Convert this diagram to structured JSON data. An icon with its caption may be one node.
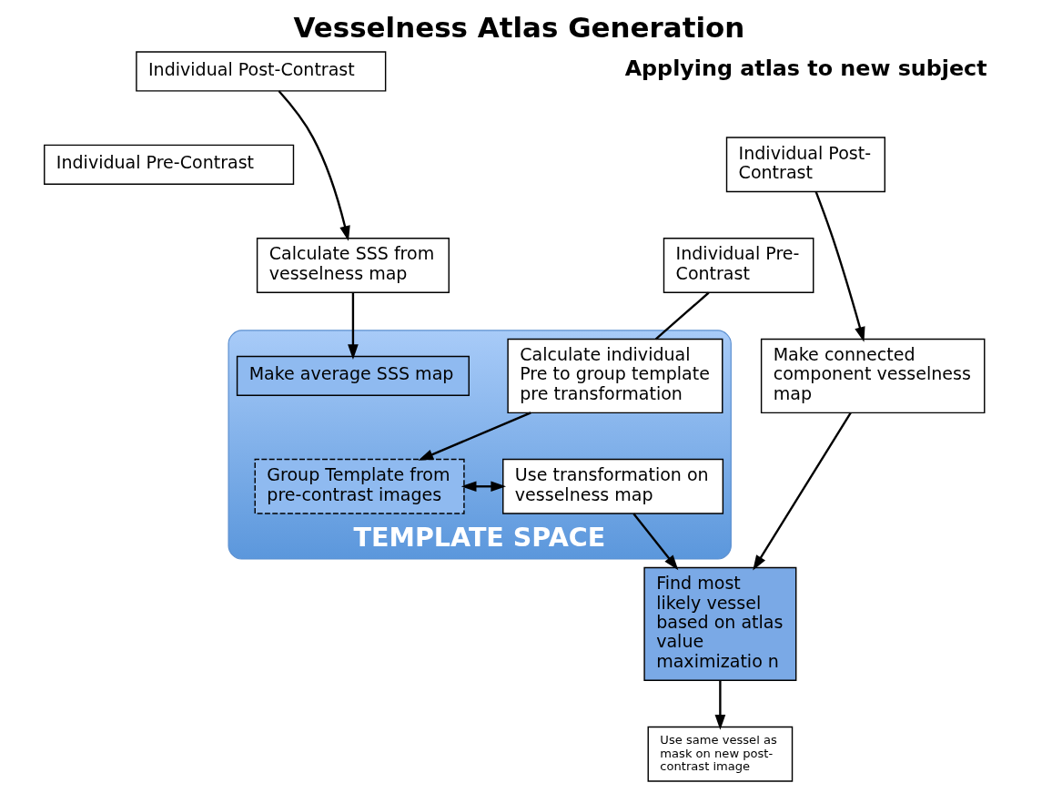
{
  "diagram": {
    "title": "Vesselness Atlas Generation",
    "nodes": [
      {
        "text": [
          "Individual Post-Contrast"
        ]
      },
      {
        "text": [
          "Individual Pre-Contrast"
        ]
      },
      {
        "text": [
          "Calculate SSS from vesselness map"
        ]
      },
      {
        "text": [
          "TEMPLATE SPACE"
        ]
      },
      {
        "text": [
          "Make average SSS map"
        ],
        "in": 3
      },
      {
        "text": [
          "Calculate individual Pre to group template pre transformation"
        ],
        "in": 3
      },
      {
        "text": [
          "Group Template from pre-contrast images"
        ],
        "in": 3
      },
      {
        "text": [
          "Use transformation on vesselness map"
        ],
        "in": 3
      },
      {
        "text": [
          "Individual Post- Contrast"
        ]
      },
      {
        "text": [
          "Individual Pre- Contrast"
        ]
      },
      {
        "text": [
          "Make connected component vesselness map"
        ]
      },
      {
        "text": [
          "Find most likely vessel based on atlas value maximizatio n"
        ]
      },
      {
        "text": [
          "Use same vessel as mask on new post-contrast image"
        ]
      }
    ],
    "edges": [
      {
        "from": 0,
        "to": 2,
        "arrow": "to"
      },
      {
        "from": 2,
        "to": 4,
        "arrow": "to"
      },
      {
        "from": 9,
        "to": 5,
        "arrow": "none"
      },
      {
        "from": 5,
        "to": 6,
        "arrow": "to"
      },
      {
        "from": 6,
        "to": 7,
        "arrow": "both"
      },
      {
        "from": 7,
        "to": 11,
        "arrow": "to"
      },
      {
        "from": 8,
        "to": 10,
        "arrow": "to"
      },
      {
        "from": 10,
        "to": 11,
        "arrow": "to"
      },
      {
        "from": 11,
        "to": 12,
        "arrow": "to"
      }
    ],
    "labels": [
      "Applying atlas to new subject"
    ]
  }
}
